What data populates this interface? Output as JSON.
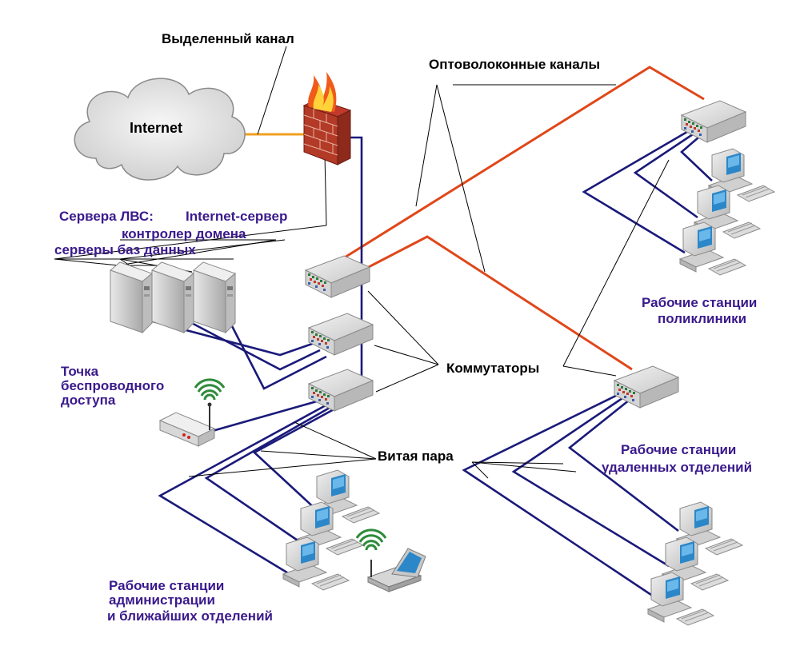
{
  "labels": {
    "internet": "Internet",
    "dedicated_channel": "Выделенный канал",
    "fiber_channels": "Оптоволоконные каналы",
    "lan_servers": "Сервера ЛВС:",
    "internet_server": "Internet-сервер",
    "domain_controller": "контролер домена",
    "db_servers": "серверы баз данных",
    "wireless_line1": "Точка",
    "wireless_line2": "беспроводного",
    "wireless_line3": "доступа",
    "switches": "Коммутаторы",
    "twisted_pair": "Витая пара",
    "clinic_line1": "Рабочие станции",
    "clinic_line2": "поликлиники",
    "remote_line1": "Рабочие станции",
    "remote_line2": "удаленных отделений",
    "admin_line1": "Рабочие станции",
    "admin_line2": "администрации",
    "admin_line3": "и ближайших отделений"
  },
  "colors": {
    "fiber": "#e0471a",
    "twisted_pair": "#1a1a7a",
    "dedicated": "#f0a020",
    "label_blue": "#3a1a8c",
    "cloud": "#e6e6e6"
  },
  "icons": [
    "cloud-icon",
    "firewall-icon",
    "switch-icon",
    "server-icon",
    "workstation-icon",
    "laptop-icon",
    "wireless-access-point-icon",
    "wifi-signal-icon"
  ]
}
